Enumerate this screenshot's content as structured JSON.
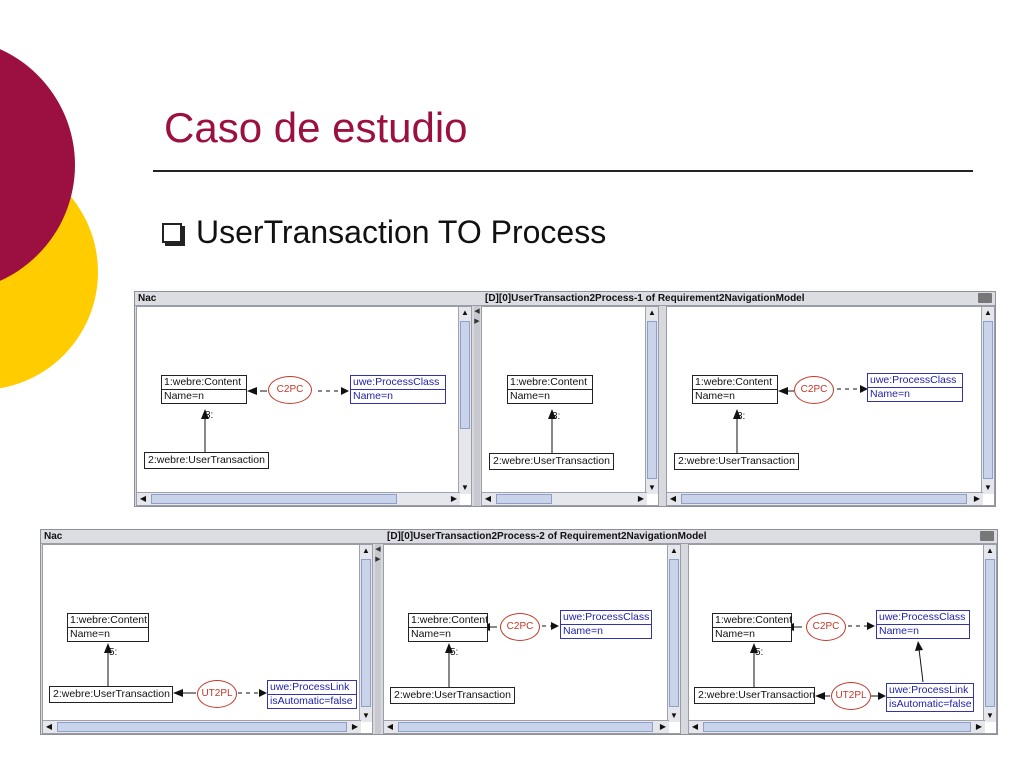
{
  "slide": {
    "title": "Caso de estudio",
    "bullet": "UserTransaction TO Process",
    "colors": {
      "crimson": "#9b1040",
      "gold": "#ffcc00"
    }
  },
  "diagram_text": {
    "nac": "Nac",
    "window1_title": "[D][0]UserTransaction2Process-1  of  Requirement2NavigationModel",
    "window2_title": "[D][0]UserTransaction2Process-2  of  Requirement2NavigationModel",
    "content_header": "1:webre:Content",
    "content_attr": "Name=n",
    "user_transaction": "2:webre:UserTransaction",
    "process_class_header": "uwe:ProcessClass",
    "process_class_attr": "Name=n",
    "process_link_header": "uwe:ProcessLink",
    "process_link_attr": "isAutomatic=false",
    "c2pc": "C2PC",
    "ut2pl": "UT2PL",
    "edge3": "3:",
    "edge5": "5:"
  }
}
